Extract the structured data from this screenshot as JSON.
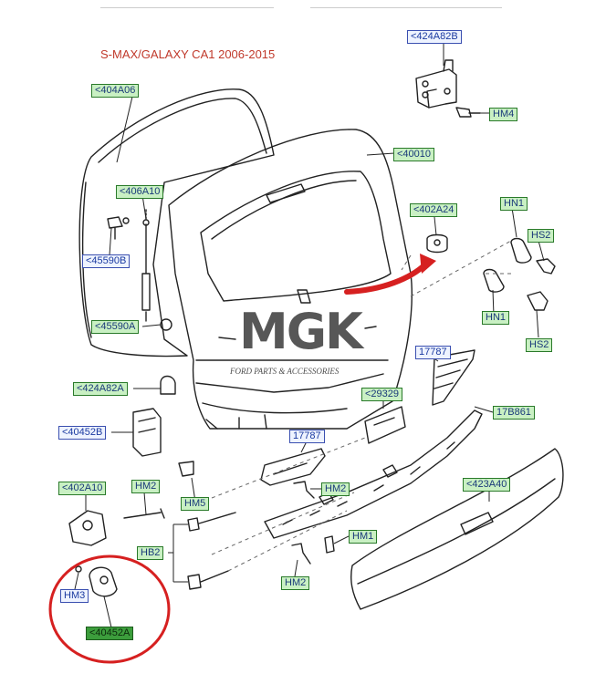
{
  "title": "S-MAX/GALAXY CA1 2006-2015",
  "watermark": {
    "logo": "MGK",
    "tagline": "FORD PARTS & ACCESSORIES"
  },
  "colors": {
    "accent_red": "#d62020",
    "label_green": "#c9f0c3",
    "label_blue": "#eef3ff",
    "highlight_green": "#3c9d3c"
  },
  "labels": {
    "l424A82B": "<424A82B",
    "lHM4": "HM4",
    "l404A06": "<404A06",
    "l40010": "<40010",
    "l406A10": "<406A10",
    "l402A24": "<402A24",
    "lHN1a": "HN1",
    "lHS2a": "HS2",
    "l45590B": "<45590B",
    "lHN1b": "HN1",
    "l45590A": "<45590A",
    "lHS2b": "HS2",
    "l17787a": "17787",
    "l424A82A": "<424A82A",
    "l29329": "<29329",
    "l40452B": "<40452B",
    "l17B861": "17B861",
    "l17787b": "17787",
    "l402A10": "<402A10",
    "lHM2a": "HM2",
    "lHM2b": "HM2",
    "l423A40": "<423A40",
    "lHM5": "HM5",
    "lHM1": "HM1",
    "lHB2": "HB2",
    "lHM2c": "HM2",
    "lHM3": "HM3",
    "l40452A": "<40452A"
  }
}
